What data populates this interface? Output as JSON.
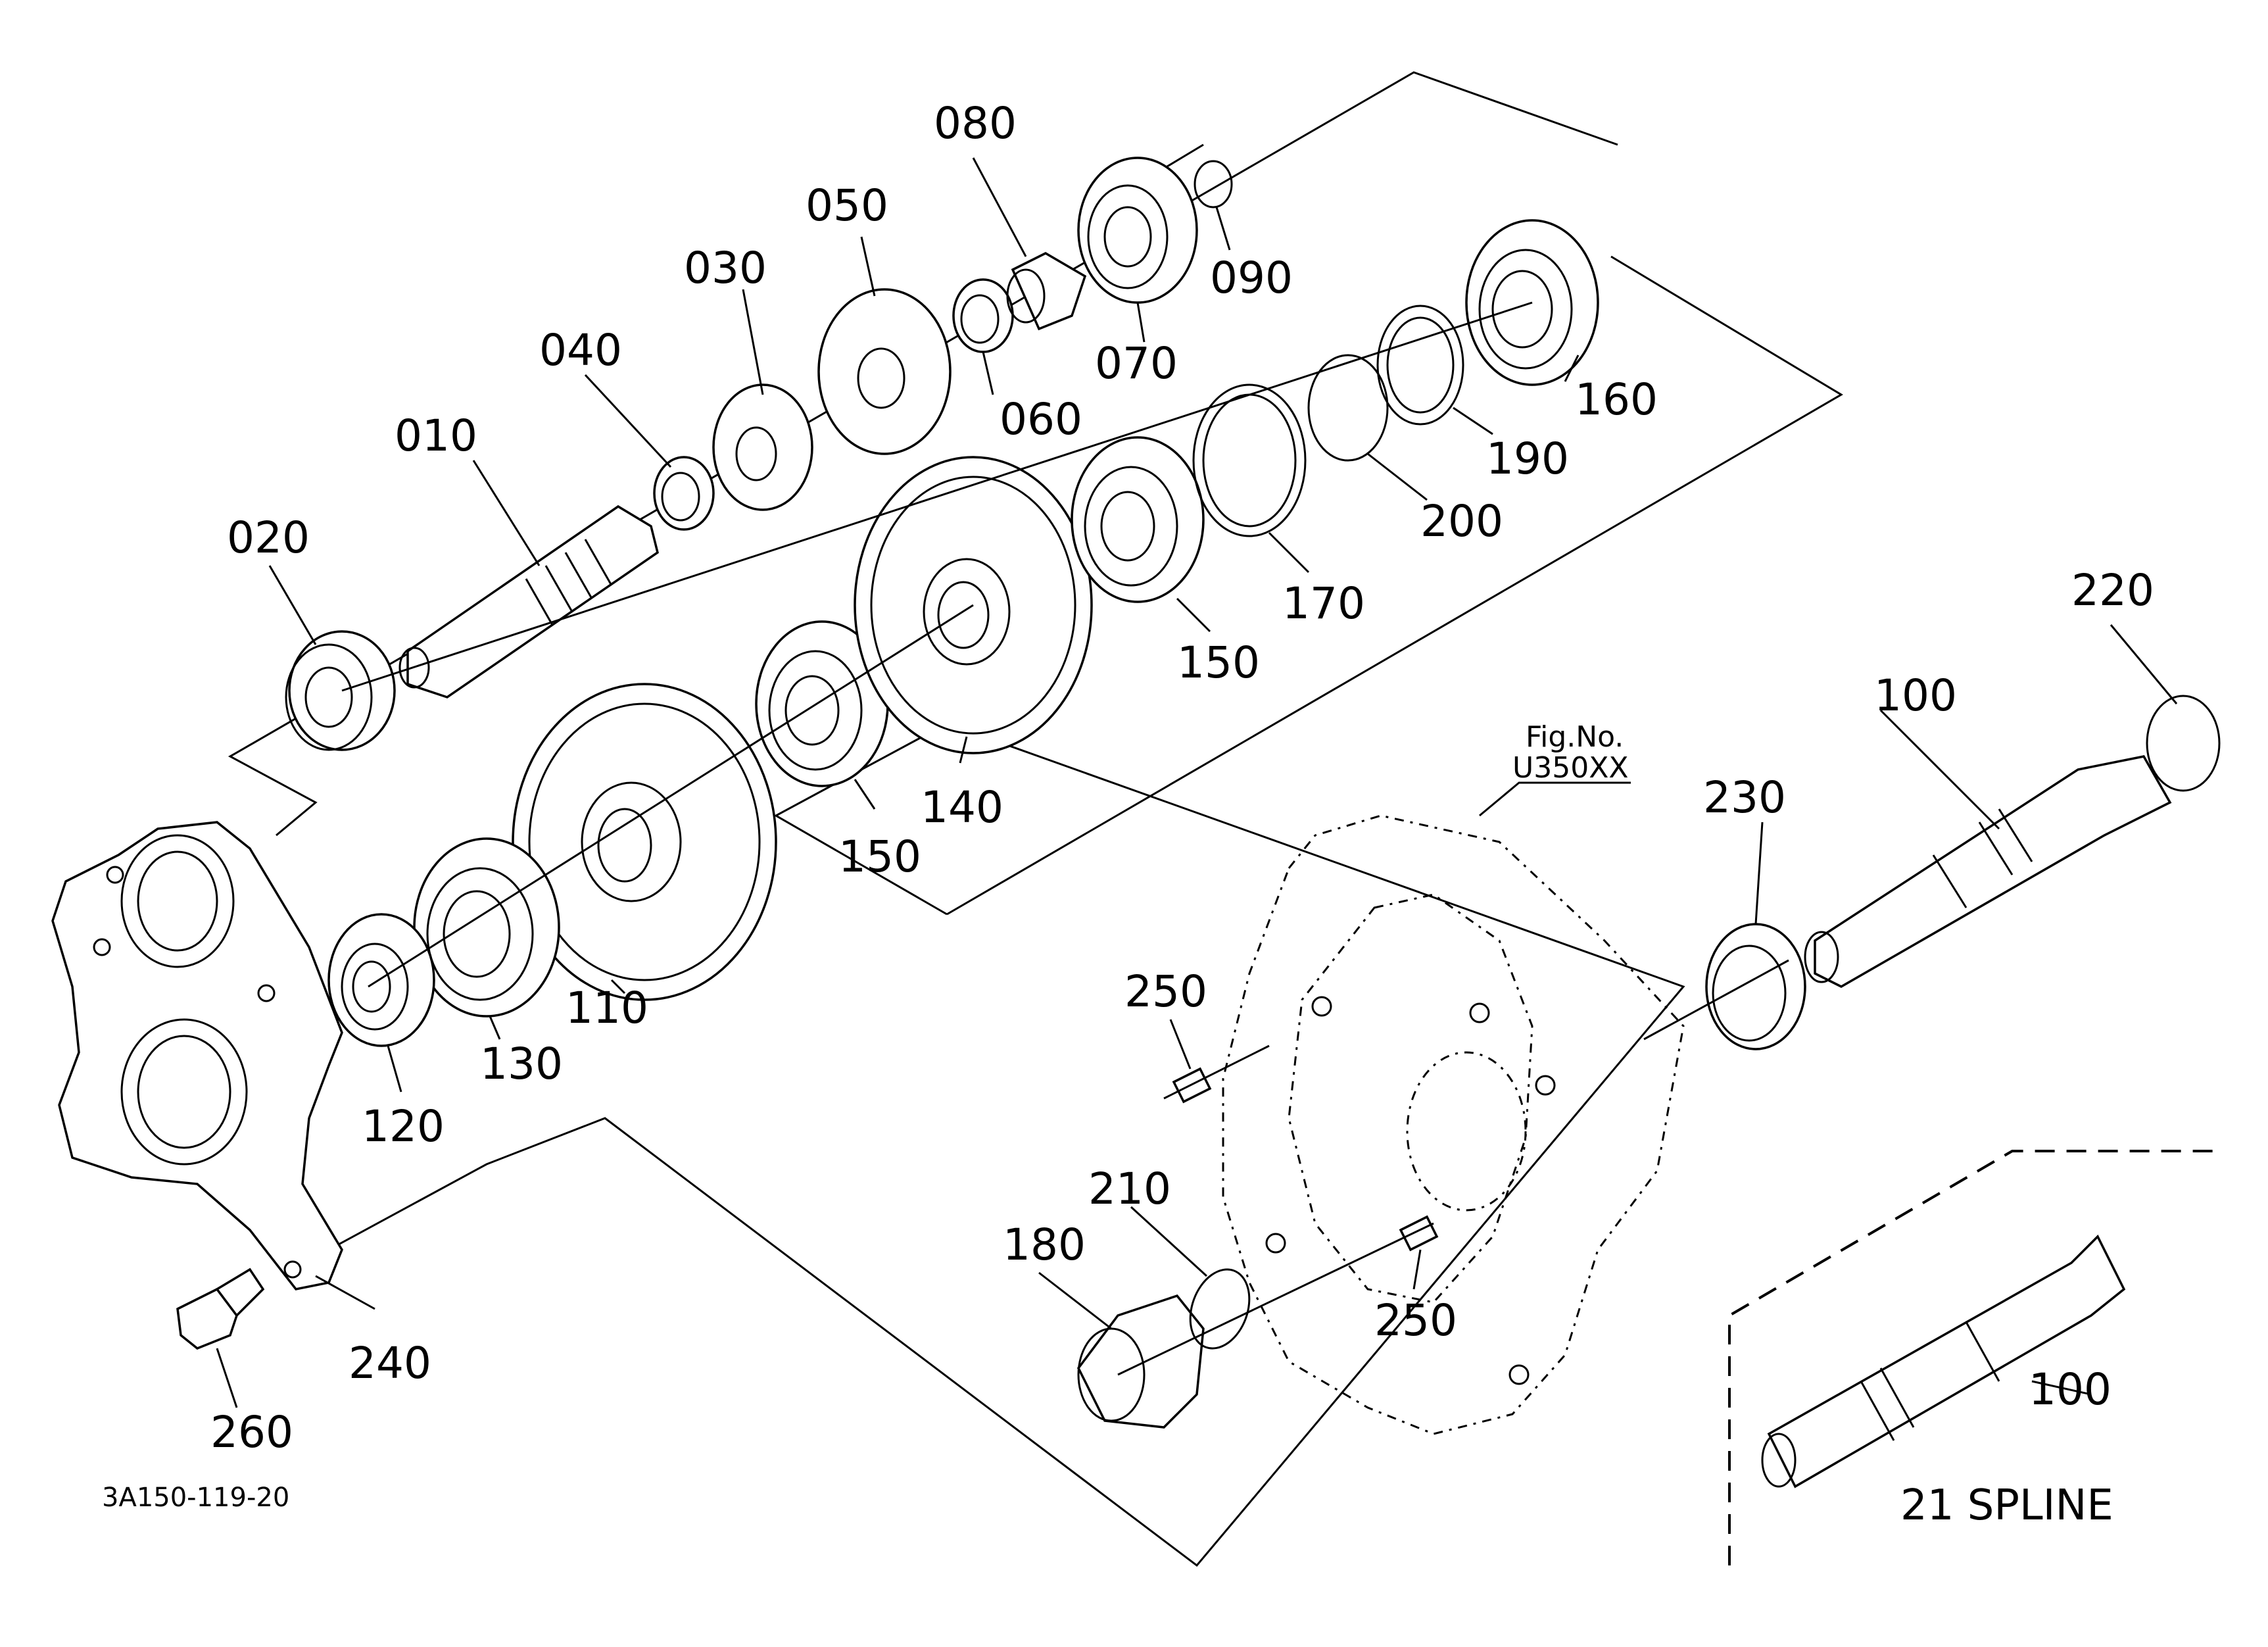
{
  "figure": {
    "code": "3A150-119-20",
    "fig_ref_line1": "Fig.No.",
    "fig_ref_line2": "U350XX",
    "spline_note": "21 SPLINE"
  },
  "part_labels": {
    "p010": "010",
    "p020": "020",
    "p030": "030",
    "p040": "040",
    "p050": "050",
    "p060": "060",
    "p070": "070",
    "p080": "080",
    "p090": "090",
    "p100": "100",
    "p100b": "100",
    "p110": "110",
    "p120": "120",
    "p130": "130",
    "p140": "140",
    "p150a": "150",
    "p150b": "150",
    "p160": "160",
    "p170": "170",
    "p180": "180",
    "p190": "190",
    "p200": "200",
    "p210": "210",
    "p220": "220",
    "p230": "230",
    "p240": "240",
    "p250a": "250",
    "p250b": "250",
    "p260": "260"
  }
}
